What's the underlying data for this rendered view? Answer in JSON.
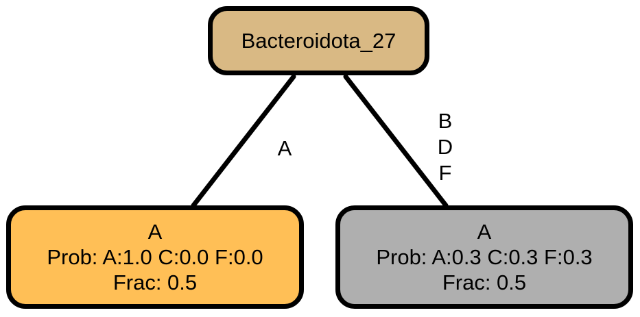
{
  "colors": {
    "root_fill": "#D9B984",
    "left_fill": "#FFBF56",
    "right_fill": "#AFAFAF",
    "stroke": "#000000"
  },
  "root": {
    "label": "Bacteroidota_27"
  },
  "left_child": {
    "title": "A",
    "prob": "Prob: A:1.0 C:0.0 F:0.0",
    "frac": "Frac: 0.5"
  },
  "right_child": {
    "title": "A",
    "prob": "Prob: A:0.3 C:0.3 F:0.3",
    "frac": "Frac: 0.5"
  },
  "edges": {
    "left": {
      "labels": [
        "A"
      ]
    },
    "right": {
      "labels": [
        "B",
        "D",
        "F"
      ]
    }
  }
}
